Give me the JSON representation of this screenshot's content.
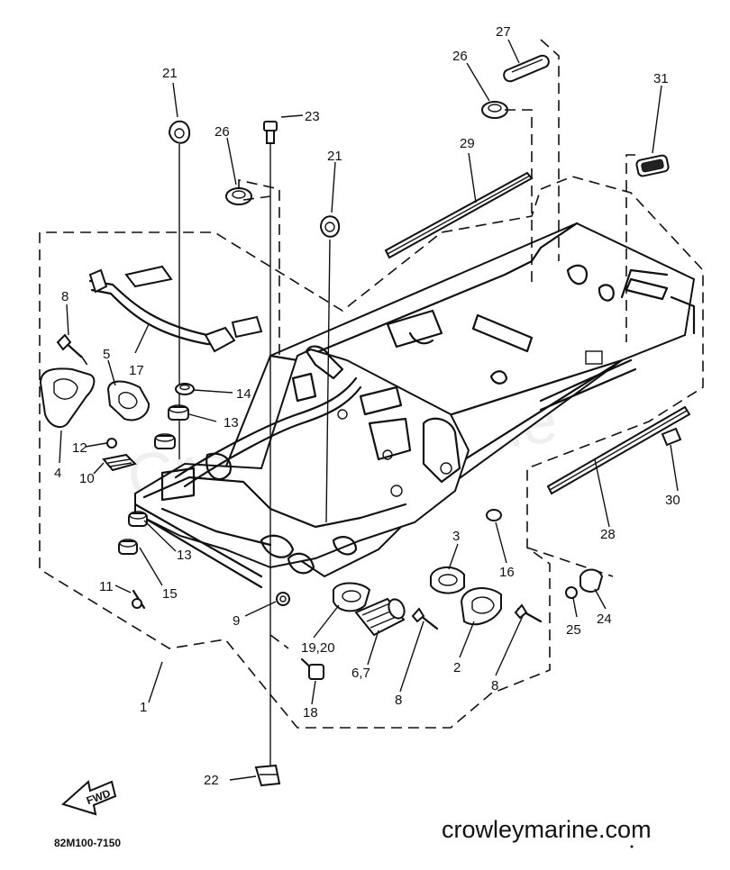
{
  "diagram": {
    "callouts": [
      {
        "id": "c21a",
        "label": "21"
      },
      {
        "id": "c23",
        "label": "23"
      },
      {
        "id": "c26a",
        "label": "26"
      },
      {
        "id": "c21b",
        "label": "21"
      },
      {
        "id": "c26b",
        "label": "26"
      },
      {
        "id": "c27",
        "label": "27"
      },
      {
        "id": "c29",
        "label": "29"
      },
      {
        "id": "c31",
        "label": "31"
      },
      {
        "id": "c8a",
        "label": "8"
      },
      {
        "id": "c5",
        "label": "5"
      },
      {
        "id": "c17",
        "label": "17"
      },
      {
        "id": "c14",
        "label": "14"
      },
      {
        "id": "c13a",
        "label": "13"
      },
      {
        "id": "c4",
        "label": "4"
      },
      {
        "id": "c12",
        "label": "12"
      },
      {
        "id": "c10",
        "label": "10"
      },
      {
        "id": "c13b",
        "label": "13"
      },
      {
        "id": "c15",
        "label": "15"
      },
      {
        "id": "c11",
        "label": "11"
      },
      {
        "id": "c9",
        "label": "9"
      },
      {
        "id": "c1",
        "label": "1"
      },
      {
        "id": "c19",
        "label": "19,20"
      },
      {
        "id": "c67",
        "label": "6,7"
      },
      {
        "id": "c18",
        "label": "18"
      },
      {
        "id": "c8b",
        "label": "8"
      },
      {
        "id": "c2",
        "label": "2"
      },
      {
        "id": "c8c",
        "label": "8"
      },
      {
        "id": "c3",
        "label": "3"
      },
      {
        "id": "c16",
        "label": "16"
      },
      {
        "id": "c25",
        "label": "25"
      },
      {
        "id": "c24",
        "label": "24"
      },
      {
        "id": "c28",
        "label": "28"
      },
      {
        "id": "c30",
        "label": "30"
      },
      {
        "id": "c22",
        "label": "22"
      }
    ],
    "fwd_label": "FWD",
    "part_code": "82M100-7150",
    "watermark": "CrowleyMarine",
    "site": "crowleymarine.com"
  }
}
